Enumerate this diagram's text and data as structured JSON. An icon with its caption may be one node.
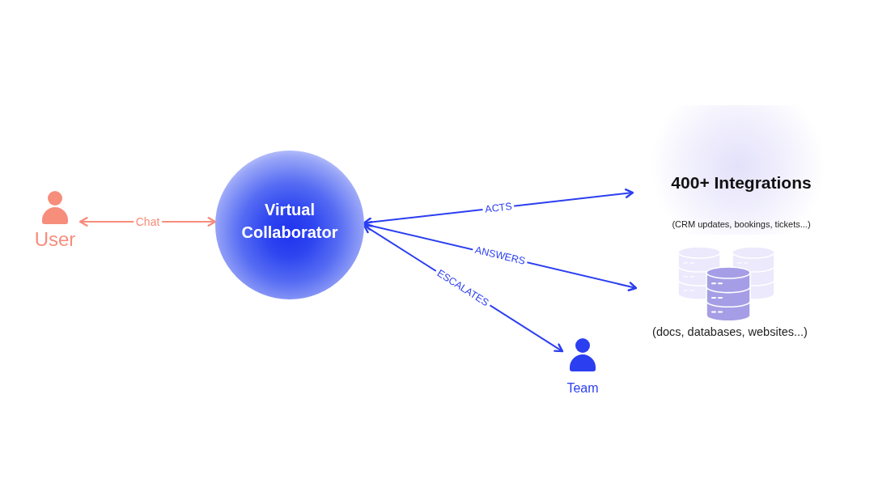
{
  "diagram": {
    "nodes": [
      {
        "text": [
          "User"
        ]
      },
      {
        "text": [
          "Virtual Collaborator"
        ]
      },
      {
        "text": [
          "400+ Integrations",
          "(CRM updates, bookings, tickets...)"
        ]
      },
      {
        "text": [
          "(docs, databases, websites...)"
        ]
      },
      {
        "text": [
          "Team"
        ]
      }
    ],
    "edges": [
      {
        "from": 0,
        "to": 1,
        "arrow": "both",
        "label": "Chat",
        "color": "#f78d7b"
      },
      {
        "from": 1,
        "to": 2,
        "arrow": "both",
        "label": "ACTS"
      },
      {
        "from": 1,
        "to": 3,
        "arrow": "both",
        "label": "ANSWERS"
      },
      {
        "from": 1,
        "to": 4,
        "arrow": "both",
        "label": "ESCALATES"
      }
    ]
  }
}
